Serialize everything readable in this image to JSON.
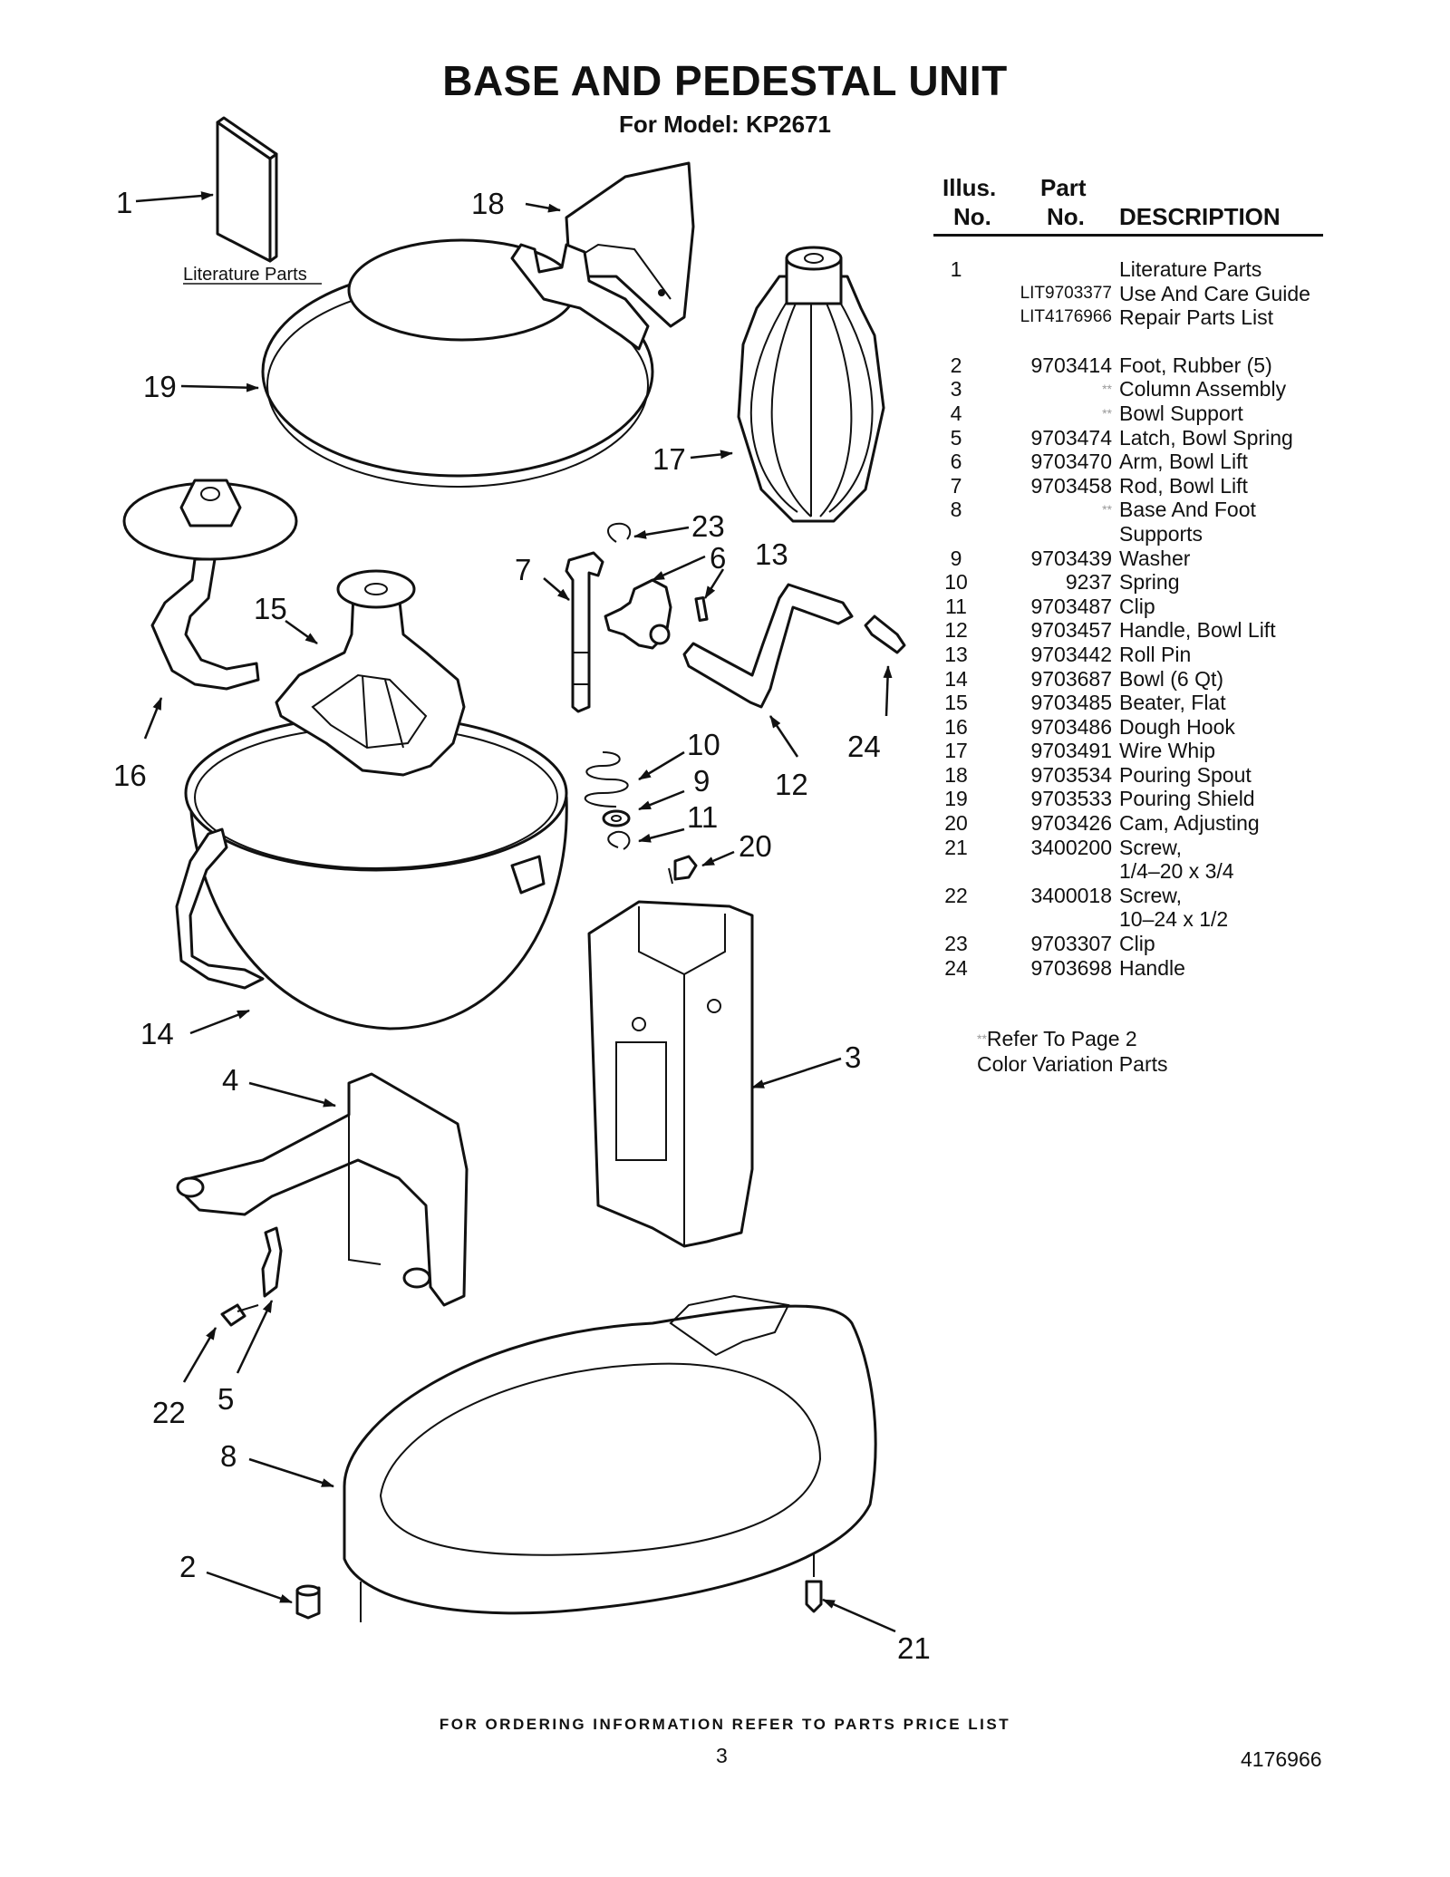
{
  "header": {
    "title": "BASE AND PEDESTAL UNIT",
    "subtitle": "For Model: KP2671"
  },
  "diagram": {
    "literature_label": "Literature Parts",
    "callouts": [
      "1",
      "18",
      "19",
      "17",
      "23",
      "6",
      "7",
      "13",
      "15",
      "16",
      "24",
      "10",
      "9",
      "11",
      "12",
      "20",
      "14",
      "4",
      "3",
      "22",
      "5",
      "8",
      "2",
      "21"
    ]
  },
  "table": {
    "headers": {
      "illus_1": "Illus.",
      "illus_2": "No.",
      "part_1": "Part",
      "part_2": "No.",
      "description": "DESCRIPTION"
    },
    "rows": [
      {
        "illus": "1",
        "part": "",
        "desc": "Literature Parts"
      },
      {
        "illus": "",
        "part": "LIT9703377",
        "desc": "Use And Care Guide"
      },
      {
        "illus": "",
        "part": "LIT4176966",
        "desc": "Repair Parts List"
      },
      {
        "illus": "2",
        "part": "9703414",
        "desc": "Foot, Rubber (5)"
      },
      {
        "illus": "3",
        "part": "**",
        "desc": "Column Assembly"
      },
      {
        "illus": "4",
        "part": "**",
        "desc": "Bowl Support"
      },
      {
        "illus": "5",
        "part": "9703474",
        "desc": "Latch, Bowl Spring"
      },
      {
        "illus": "6",
        "part": "9703470",
        "desc": "Arm, Bowl Lift"
      },
      {
        "illus": "7",
        "part": "9703458",
        "desc": "Rod, Bowl Lift"
      },
      {
        "illus": "8",
        "part": "**",
        "desc": "Base And Foot"
      },
      {
        "illus": "",
        "part": "",
        "desc": "Supports"
      },
      {
        "illus": "9",
        "part": "9703439",
        "desc": "Washer"
      },
      {
        "illus": "10",
        "part": "9237",
        "desc": "Spring"
      },
      {
        "illus": "11",
        "part": "9703487",
        "desc": "Clip"
      },
      {
        "illus": "12",
        "part": "9703457",
        "desc": "Handle, Bowl Lift"
      },
      {
        "illus": "13",
        "part": "9703442",
        "desc": "Roll Pin"
      },
      {
        "illus": "14",
        "part": "9703687",
        "desc": "Bowl (6 Qt)"
      },
      {
        "illus": "15",
        "part": "9703485",
        "desc": "Beater, Flat"
      },
      {
        "illus": "16",
        "part": "9703486",
        "desc": "Dough Hook"
      },
      {
        "illus": "17",
        "part": "9703491",
        "desc": "Wire Whip"
      },
      {
        "illus": "18",
        "part": "9703534",
        "desc": "Pouring Spout"
      },
      {
        "illus": "19",
        "part": "9703533",
        "desc": "Pouring Shield"
      },
      {
        "illus": "20",
        "part": "9703426",
        "desc": "Cam, Adjusting"
      },
      {
        "illus": "21",
        "part": "3400200",
        "desc": "Screw,"
      },
      {
        "illus": "",
        "part": "",
        "desc": "1/4–20 x 3/4"
      },
      {
        "illus": "22",
        "part": "3400018",
        "desc": "Screw,"
      },
      {
        "illus": "",
        "part": "",
        "desc": "10–24 x 1/2"
      },
      {
        "illus": "23",
        "part": "9703307",
        "desc": "Clip"
      },
      {
        "illus": "24",
        "part": "9703698",
        "desc": "Handle"
      }
    ],
    "footnote_marker": "**",
    "footnote_line1": "Refer To Page 2",
    "footnote_line2": "Color Variation Parts"
  },
  "footer": {
    "ordering_info": "FOR ORDERING INFORMATION REFER TO PARTS PRICE LIST",
    "page_number": "3",
    "document_number": "4176966"
  }
}
